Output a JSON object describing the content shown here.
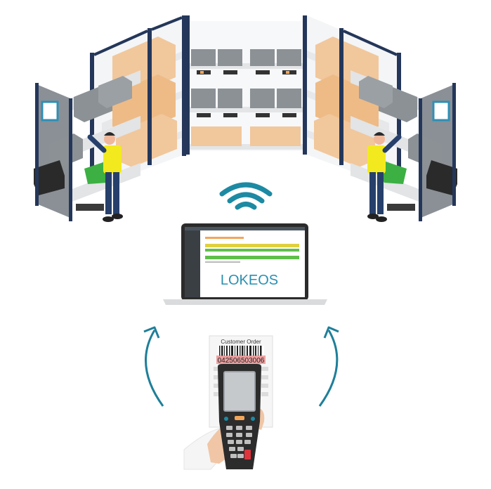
{
  "laptop": {
    "brand": "LOKEOS"
  },
  "order_sheet": {
    "title": "Customer Order",
    "barcode_number": "042506503006"
  },
  "colors": {
    "rack_frame": "#24375a",
    "shelf": "#e6e8ea",
    "carton": "#f1c79c",
    "bin": "#8c9196",
    "vest": "#f2ea1e",
    "trousers": "#26406b",
    "arrow": "#1f7f99",
    "wifi": "#1d8aa3",
    "laptop_brand": "#2a8fb0",
    "barcode_band": "#e98686",
    "scanner_body": "#2c2c2c",
    "scanner_key_red": "#e0343c",
    "scanner_key_orange": "#f2a65a"
  },
  "icons": {
    "wifi": "wifi-icon",
    "left_arrow": "curved-arrow-up-left-icon",
    "right_arrow": "curved-arrow-up-right-icon"
  }
}
